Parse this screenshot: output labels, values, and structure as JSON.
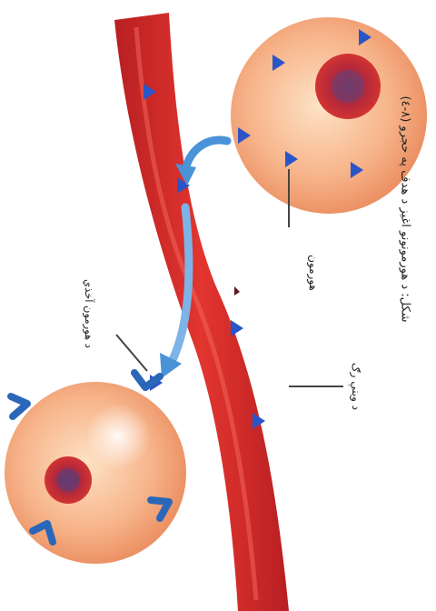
{
  "labels": {
    "caption": "(٨-٤) شکل: د هورمونونو اغيز د هدف په حجرو",
    "receptor": "د هورمون آخذي",
    "hormone": "هورمون",
    "blood_vessel": "د وينې رګ"
  },
  "colors": {
    "vessel": "#d8282a",
    "hormone_triangle": "#2a55c8",
    "receptor": "#2b67b8",
    "flow_arrow": "#4a93d8",
    "cell_body": "#f6a77a",
    "nucleus": "#c8282a"
  }
}
